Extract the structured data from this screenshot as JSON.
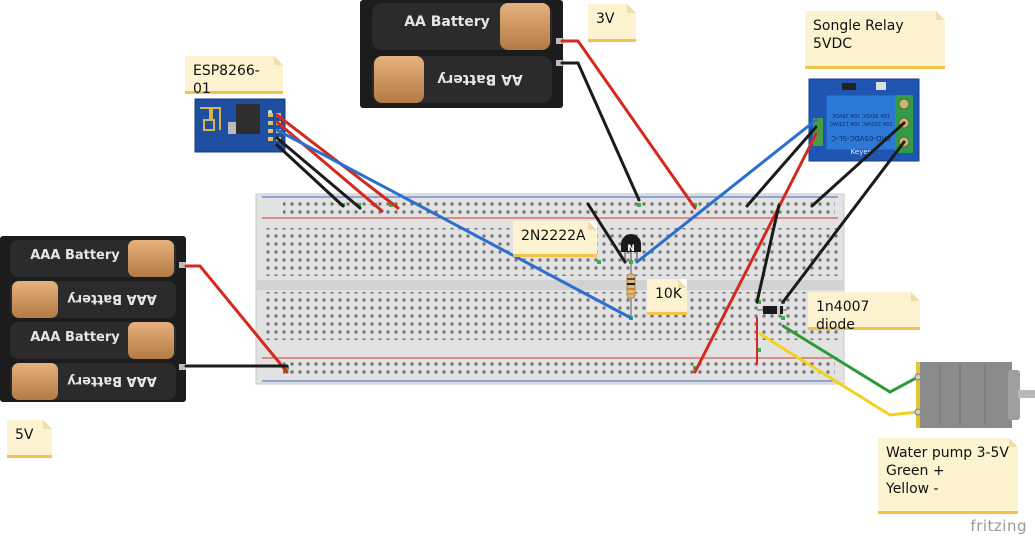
{
  "diagram": {
    "notes": {
      "aa_voltage": "3V",
      "relay": "Songle Relay 5VDC",
      "esp": "ESP8266-01",
      "transistor": "2N2222A",
      "resistor": "10K",
      "diode": "1n4007 diode",
      "aaa_voltage": "5V",
      "pump": "Water pump 3-5V\nGreen +\nYellow -"
    },
    "batteries": {
      "aa_top": "AA Battery",
      "aa_bottom": "AA Battery",
      "aaa_1": "AAA Battery",
      "aaa_2": "AAA Battery",
      "aaa_3": "AAA Battery",
      "aaa_4": "AAA Battery"
    },
    "relay_module": {
      "brand": "Keyes",
      "model": "SRD-05VDC-SL-C",
      "rating_1": "10A 250VAC 10A 125VAC",
      "rating_2": "10A 30VDC 10A 28VDC"
    },
    "transistor_symbol": "N",
    "watermark": "fritzing",
    "wire_colors": {
      "red": "#d42a1e",
      "black": "#1b1b1b",
      "blue": "#2a6fcf",
      "green": "#2f9a35",
      "yellow": "#f1d21d"
    }
  }
}
